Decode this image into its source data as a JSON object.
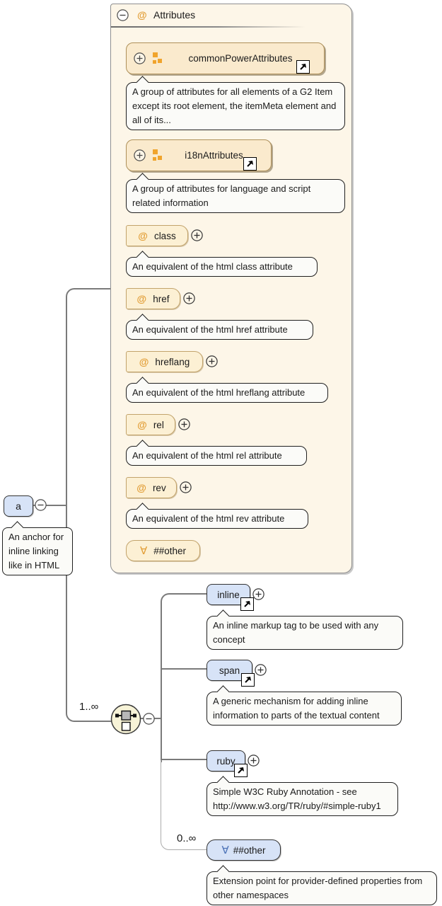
{
  "symbols": {
    "at": "@",
    "forall": "∀"
  },
  "icons": {
    "collapse": "minus-circle-icon",
    "expand": "plus-circle-icon",
    "reference": "arrow-up-right-icon",
    "attribute_group": "orange-squares-icon",
    "compositor": "choice-compositor-icon"
  },
  "colors": {
    "panel_fill": "#fdf6e8",
    "group_fill": "#faeacd",
    "attr_fill": "#fcf0d4",
    "element_fill": "#d7e3f7",
    "accent_orange": "#e29e37",
    "forall_blue": "#4e74b8",
    "connector_gray": "#7a7a7a",
    "connector_light": "#ababab"
  },
  "root_element": {
    "label": "a",
    "tooltip": "An anchor for inline linking like in HTML"
  },
  "attributes_panel": {
    "title": "Attributes",
    "groups": [
      {
        "name": "commonPowerAttributes",
        "description": "A group of attributes for all elements of a G2 Item except its root element, the itemMeta element and all of its..."
      },
      {
        "name": "i18nAttributes",
        "description": "A group of attributes for language and script related information"
      }
    ],
    "attributes": [
      {
        "name": "class",
        "description": "An equivalent of the html class attribute"
      },
      {
        "name": "href",
        "description": "An equivalent of the html href attribute"
      },
      {
        "name": "hreflang",
        "description": "An equivalent of the html hreflang attribute"
      },
      {
        "name": "rel",
        "description": "An equivalent of the html rel attribute"
      },
      {
        "name": "rev",
        "description": "An equivalent of the html rev attribute"
      }
    ],
    "wildcard": {
      "label": "##other"
    }
  },
  "content_model": {
    "cardinality": "1..∞",
    "elements": [
      {
        "name": "inline",
        "description": "An inline markup tag to be used with any concept"
      },
      {
        "name": "span",
        "description": "A generic mechanism for adding inline information to parts of the textual content"
      },
      {
        "name": "ruby",
        "description": "Simple W3C Ruby Annotation - see http://www.w3.org/TR/ruby/#simple-ruby1"
      }
    ],
    "wildcard": {
      "label": "##other",
      "cardinality": "0..∞",
      "description": "Extension point for provider-defined properties from other namespaces"
    }
  }
}
